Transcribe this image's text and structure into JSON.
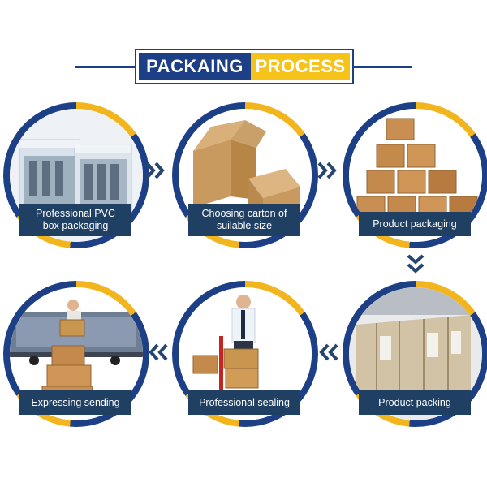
{
  "title": {
    "part1": "PACKAING",
    "part2": "PROCESS"
  },
  "steps": [
    {
      "line1": "Professional PVC",
      "line2": "box packaging"
    },
    {
      "line1": "Choosing carton of",
      "line2": "suilable size"
    },
    {
      "line1": "Product packaging"
    },
    {
      "line1": "Product packing"
    },
    {
      "line1": "Professional sealing"
    },
    {
      "line1": "Expressing sending"
    }
  ],
  "icons": {
    "arrow_right": "double-chevron-right-icon",
    "arrow_left": "double-chevron-left-icon",
    "arrow_down": "double-chevron-down-icon"
  },
  "colors": {
    "navy": "#1c3f86",
    "yellow": "#f6c31a",
    "label": "#1f3f63",
    "arrow": "#24466f"
  }
}
